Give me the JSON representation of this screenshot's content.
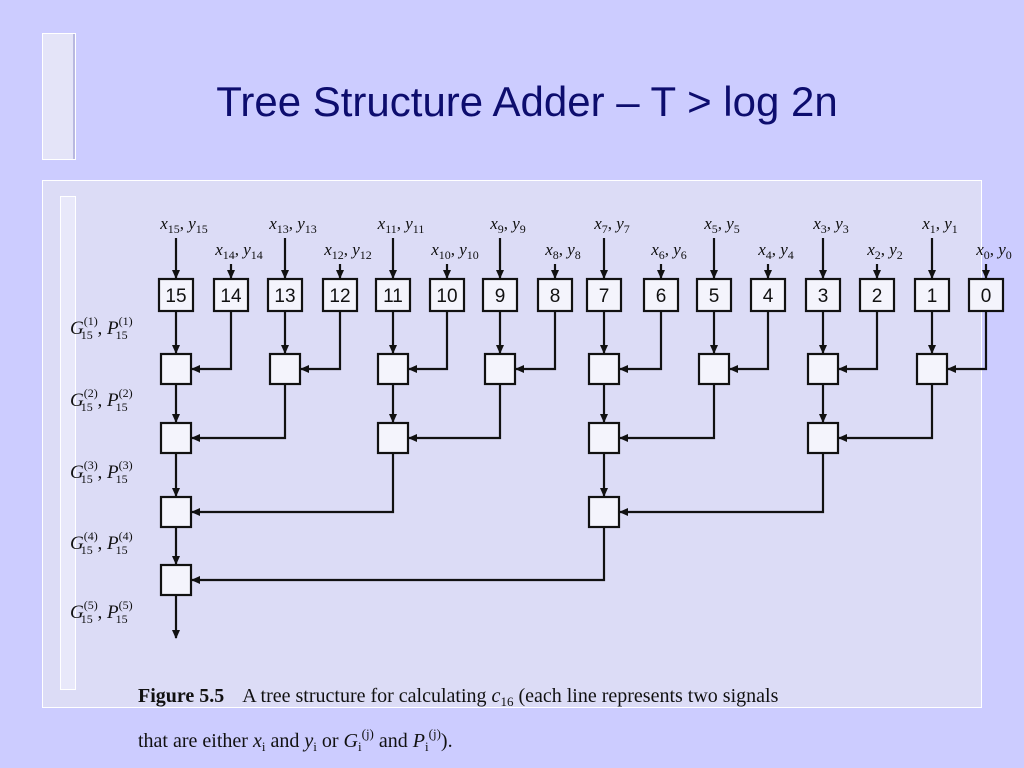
{
  "slide": {
    "title": "Tree Structure Adder – T > log 2n"
  },
  "figure": {
    "inputs_top": [
      {
        "x": "x",
        "y": "y",
        "i": "15"
      },
      {
        "x": "x",
        "y": "y",
        "i": "13"
      },
      {
        "x": "x",
        "y": "y",
        "i": "11"
      },
      {
        "x": "x",
        "y": "y",
        "i": "9"
      },
      {
        "x": "x",
        "y": "y",
        "i": "7"
      },
      {
        "x": "x",
        "y": "y",
        "i": "5"
      },
      {
        "x": "x",
        "y": "y",
        "i": "3"
      },
      {
        "x": "x",
        "y": "y",
        "i": "1"
      }
    ],
    "inputs_bottom": [
      {
        "x": "x",
        "y": "y",
        "i": "14"
      },
      {
        "x": "x",
        "y": "y",
        "i": "12"
      },
      {
        "x": "x",
        "y": "y",
        "i": "10"
      },
      {
        "x": "x",
        "y": "y",
        "i": "8"
      },
      {
        "x": "x",
        "y": "y",
        "i": "6"
      },
      {
        "x": "x",
        "y": "y",
        "i": "4"
      },
      {
        "x": "x",
        "y": "y",
        "i": "2"
      },
      {
        "x": "x",
        "y": "y",
        "i": "0"
      }
    ],
    "bit_boxes": [
      "15",
      "14",
      "13",
      "12",
      "11",
      "10",
      "9",
      "8",
      "7",
      "6",
      "5",
      "4",
      "3",
      "2",
      "1",
      "0"
    ],
    "level_labels": [
      {
        "g": "G",
        "p": "P",
        "sub": "15",
        "sup": "(1)"
      },
      {
        "g": "G",
        "p": "P",
        "sub": "15",
        "sup": "(2)"
      },
      {
        "g": "G",
        "p": "P",
        "sub": "15",
        "sup": "(3)"
      },
      {
        "g": "G",
        "p": "P",
        "sub": "15",
        "sup": "(4)"
      },
      {
        "g": "G",
        "p": "P",
        "sub": "15",
        "sup": "(5)"
      }
    ]
  },
  "caption": {
    "label": "Figure 5.5",
    "text1": "A tree structure for calculating",
    "c": "c",
    "c_sub": "16",
    "text2": "(each line represents two signals",
    "text3": "that are either",
    "xi": "x",
    "yi": "y",
    "i_sub": "i",
    "and1": "and",
    "or": "or",
    "G": "G",
    "P": "P",
    "j_sup": "(j)",
    "and2": "and",
    "end": ")."
  }
}
